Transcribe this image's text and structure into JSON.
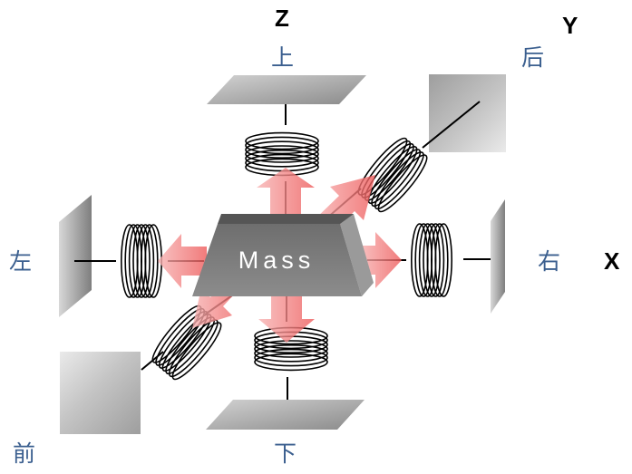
{
  "axes": {
    "z": "Z",
    "y": "Y",
    "x": "X"
  },
  "directions": {
    "up": "上",
    "down": "下",
    "left": "左",
    "right": "右",
    "back": "后",
    "front": "前"
  },
  "mass_label": "Mass",
  "colors": {
    "direction_text": "#3b5f8f",
    "arrow": "#f06060",
    "mass_top": "#5c5c5c",
    "mass_front": "#777777",
    "mass_side": "#9a9a9a",
    "plate": "#a9a9a9"
  },
  "icons": {
    "springs": "coil-spring-icon",
    "plates": "mounting-plate-icon",
    "arrows": "force-arrow-icon"
  }
}
